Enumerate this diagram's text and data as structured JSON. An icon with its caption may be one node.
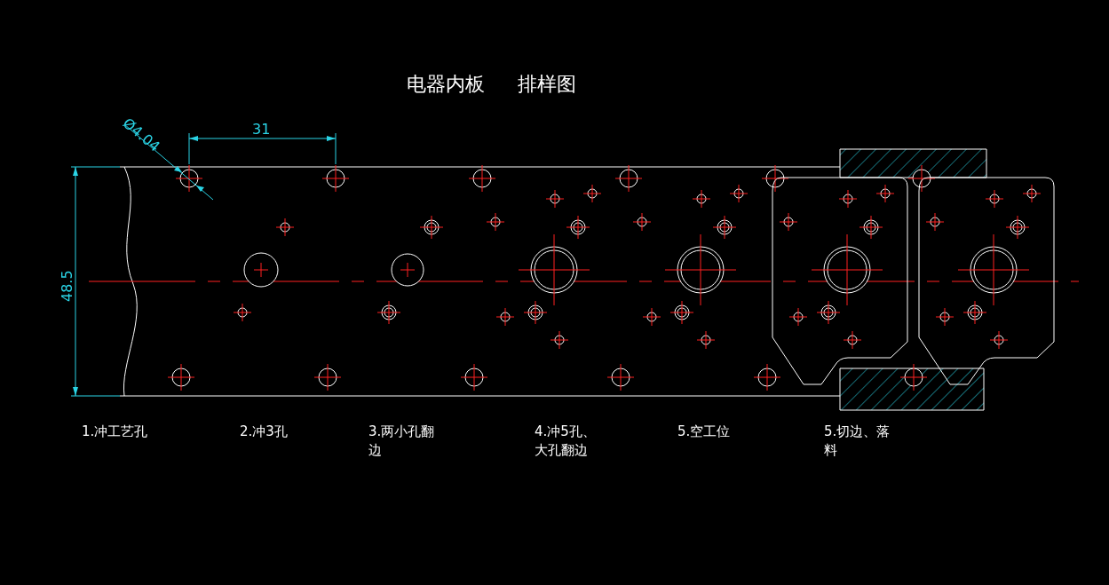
{
  "diagram": {
    "title": "电器内板 排样图",
    "labels": [
      "Ø4.04",
      "31",
      "48.5",
      "1.冲工艺孔",
      "2.冲3孔",
      "3.两小孔翻边",
      "4.冲5孔、大孔翻边",
      "5.空工位",
      "5.切边、落料"
    ]
  }
}
